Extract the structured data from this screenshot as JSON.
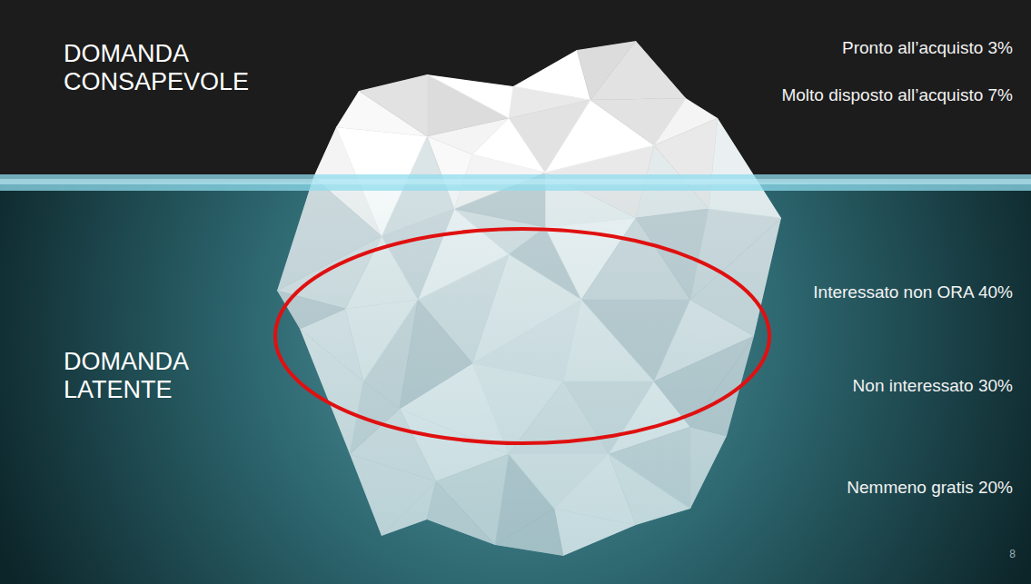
{
  "diagram": {
    "labels": [
      "DOMANDA CONSAPEVOLE",
      "Pronto all’acquisto 3%",
      "Molto disposto all’acquisto 7%",
      "Interessato non ORA 40%",
      "DOMANDA LATENTE",
      "Non interessato 30%",
      "Nemmeno gratis 20%",
      "8"
    ]
  }
}
